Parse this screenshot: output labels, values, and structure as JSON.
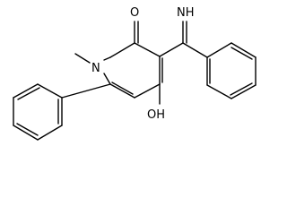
{
  "molecule": {
    "atoms": {
      "oxygen_carbonyl": "O",
      "imine": "NH",
      "ring_nitrogen": "N",
      "hydroxyl": "OH"
    }
  }
}
